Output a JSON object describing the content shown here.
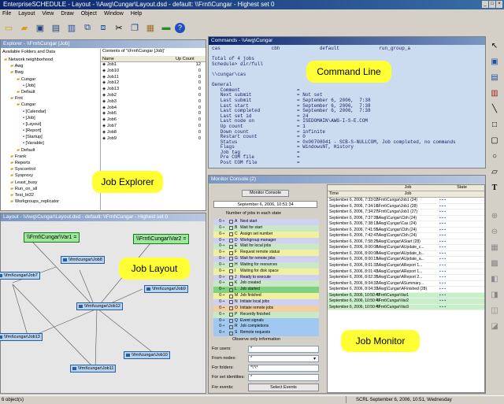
{
  "window": {
    "title": "EnterpriseSCHEDULE - Layout - \\\\Awg\\Cungar\\Layout.dsd - default: \\\\Frnt\\Cungar - Highest set 0"
  },
  "menu": [
    "File",
    "Layout",
    "View",
    "Draw",
    "Object",
    "Window",
    "Help"
  ],
  "callouts": {
    "job_explorer": "Job Explorer",
    "command_line": "Command Line",
    "job_layout": "Job Layout",
    "job_monitor": "Job Monitor"
  },
  "explorer": {
    "title": "Explorer - \\\\Frnt\\Cungar [Job]",
    "left_header": "Available Folders and Data",
    "right_header": "Contents of '\\\\Frnt\\Cungar [Job]'",
    "col_name": "Name",
    "col_up": "Up Count",
    "tree": [
      "Network neighborhood",
      "Awg",
      "Bwg",
      "Cungar",
      "[Job]",
      "Default",
      "Frnt",
      "Cungar",
      "[Calendar]",
      "[Job]",
      "[Layout]",
      "[Report]",
      "[Startup]",
      "[Variable]",
      "Default",
      "Frank",
      "Reports",
      "Syscontrol",
      "Sysproxy",
      "Least_busy",
      "Run_on_all",
      "Test_bt32",
      "Workgroups_replicator"
    ],
    "jobs": [
      "Job1",
      "Job10",
      "Job11",
      "Job12",
      "Job13",
      "Job2",
      "Job3",
      "Job4",
      "Job5",
      "Job6",
      "Job7",
      "Job8",
      "Job9"
    ],
    "counts": [
      "12",
      "0",
      "0",
      "0",
      "0",
      "0",
      "0",
      "0",
      "0",
      "0",
      "0",
      "0",
      "0"
    ]
  },
  "command": {
    "title": "Commands - \\\\Awg\\Cungar",
    "text": "cas                  cbh              default              run_group_a\n\nTotal of 4 jobs\nSchedule> dir/full\n\n\\\\cungar\\cas\n\nGeneral\n   Comment                    =\n   Next submit                = Not set\n   Last submit                = September 6, 2006,  7:38\n   Last start                 = September 6, 2006,  7:38\n   Last completed             = September 6, 2006,  7:38\n   Last set id                = 24\n   Last node on               = ISEDOMAIN\\AWG-I-S-E.COM\n   Up count                   = 1\n   Down count                 = infinite\n   Restart count              = 0\n   Status                     = 0x00708041 - SCB-S-NULLCOM, Job completed, no commands\n   Flags                      = WindowsNT, History\n   Job tag                    =\n   Pre COM file               =\n   Post COM file              ="
  },
  "layout": {
    "title": "Layout - \\\\Awg\\Cungar\\Layout.dsd - default: \\\\Frnt\\Cungar - Highest set 0",
    "vars": [
      "\\\\Frnt\\Cungar\\Var1 =",
      "\\\\Frnt\\Cungar\\Var2 ="
    ],
    "nodes": [
      "\\\\frnt\\cungar\\Job8",
      "\\\\frnt\\cungar\\Job7",
      "\\\\frnt\\cungar\\Job9",
      "\\\\frnt\\cungar\\Job12",
      "\\\\frnt\\cungar\\Job13",
      "\\\\frnt\\cungar\\Job10",
      "\\\\frnt\\cungar\\Job11"
    ]
  },
  "monitor": {
    "title": "Monitor Console (2)",
    "console_btn": "Monitor Console",
    "date": "September 6, 2006, 10:51:34",
    "legend_title": "Number of jobs in each state",
    "states": [
      {
        "n": "0",
        "l": "A",
        "t": "Next start",
        "c": "#d0d0f0"
      },
      {
        "n": "0",
        "l": "B",
        "t": "Wait for start",
        "c": "#c8e8c8"
      },
      {
        "n": "0",
        "l": "C",
        "t": "Assign set number",
        "c": "#f0f0a0"
      },
      {
        "n": "0",
        "l": "D",
        "t": "Workgroup manager",
        "c": "#d0d0f0"
      },
      {
        "n": "0",
        "l": "E",
        "t": "Wait for local jobs",
        "c": "#c8e8c8"
      },
      {
        "n": "0",
        "l": "F",
        "t": "Request remote status",
        "c": "#f0f0a0"
      },
      {
        "n": "0",
        "l": "G",
        "t": "Wait for remote jobs",
        "c": "#d0d0f0"
      },
      {
        "n": "0",
        "l": "H",
        "t": "Waiting for resources",
        "c": "#c8e8c8"
      },
      {
        "n": "0",
        "l": "I",
        "t": "Waiting for disk space",
        "c": "#f0f0a0"
      },
      {
        "n": "0",
        "l": "J",
        "t": "Ready to execute",
        "c": "#d0d0f0"
      },
      {
        "n": "0",
        "l": "K",
        "t": "Job created",
        "c": "#c8e8c8"
      },
      {
        "n": "0",
        "l": "L",
        "t": "Job started",
        "c": "#80d080"
      },
      {
        "n": "0",
        "l": "M",
        "t": "Job finished",
        "c": "#f0f0a0"
      },
      {
        "n": "0",
        "l": "N",
        "t": "Initiate local jobs",
        "c": "#d0d0f0"
      },
      {
        "n": "0",
        "l": "O",
        "t": "Initiate remote jobs",
        "c": "#f0d0a0"
      },
      {
        "n": "0",
        "l": "P",
        "t": "Recently finished",
        "c": "#c8e8c8"
      },
      {
        "n": "0",
        "l": "Q",
        "t": "Event signals",
        "c": "#a0c8f0"
      },
      {
        "n": "0",
        "l": "R",
        "t": "Job completions",
        "c": "#a0c8f0"
      },
      {
        "n": "0",
        "l": "S",
        "t": "Remote requests",
        "c": "#a0c8f0"
      }
    ],
    "observe": "Observe only information",
    "users_label": "For users:",
    "users_value": "*",
    "nodes_label": "From nodes:",
    "nodes_value": "*",
    "folders_label": "For folders:",
    "folders_value": "*\\*\\*",
    "setid_label": "For set identities:",
    "setid_value": "*",
    "events_label": "For events:",
    "select_btn": "Select Events",
    "col_job": "Job",
    "col_state": "State",
    "col_time": "Time",
    "rows": [
      {
        "time": "September 6, 2006, 7:33:02",
        "job": "\\\\Frnt\\Cungar\\Job1 (24)"
      },
      {
        "time": "September 6, 2006, 7:34:16",
        "job": "\\\\Frnt\\Cungar\\Job1 (28)"
      },
      {
        "time": "September 6, 2006, 7:34:27",
        "job": "\\\\Frnt\\Cungar\\Job1 (27)"
      },
      {
        "time": "September 6, 2006, 7:37:39",
        "job": "\\\\Awg\\Cungar\\Cbh (24)"
      },
      {
        "time": "September 6, 2006, 7:38:13",
        "job": "\\\\Awg\\Cungar\\Cas (24)"
      },
      {
        "time": "September 6, 2006, 7:41:55",
        "job": "\\\\Awg\\Cungar\\Cbh (24)"
      },
      {
        "time": "September 6, 2006, 7:42:47",
        "job": "\\\\Awg\\Cungar\\Cbh (24)"
      },
      {
        "time": "September 6, 2006, 7:58:25",
        "job": "\\\\Awg\\Cungar\\AStart (28)"
      },
      {
        "time": "September 6, 2006, 8:00:08",
        "job": "\\\\Awg\\Cungar\\AUpdate_c..."
      },
      {
        "time": "September 6, 2006, 8:00:08",
        "job": "\\\\Awg\\Cungar\\AUpdate_b..."
      },
      {
        "time": "September 6, 2006, 8:00:19",
        "job": "\\\\Awg\\Cungar\\AUpdate_a..."
      },
      {
        "time": "September 6, 2006, 8:01:32",
        "job": "\\\\Awg\\Cungar\\AReport 1..."
      },
      {
        "time": "September 6, 2006, 8:01:43",
        "job": "\\\\Awg\\Cungar\\AReport 1..."
      },
      {
        "time": "September 6, 2006, 8:02:35",
        "job": "\\\\Awg\\Cungar\\AReport 2..."
      },
      {
        "time": "September 6, 2006, 8:04:32",
        "job": "\\\\Awg\\Cungar\\ASummary..."
      },
      {
        "time": "September 6, 2006, 8:04:33",
        "job": "\\\\Awg\\Cungar\\AFinished (28)"
      },
      {
        "time": "September 6, 2006, 10:50:47",
        "job": "\\\\Frnt\\Cungar\\Var1"
      },
      {
        "time": "September 6, 2006, 10:50:47",
        "job": "\\\\Frnt\\Cungar\\Var2"
      },
      {
        "time": "September 6, 2006, 10:50:47",
        "job": "\\\\Frnt\\Cungar\\Var3"
      }
    ]
  },
  "status": {
    "left": "6 object(s)",
    "right": "SCRL  September 6, 2006, 10:51, Wednesday"
  }
}
